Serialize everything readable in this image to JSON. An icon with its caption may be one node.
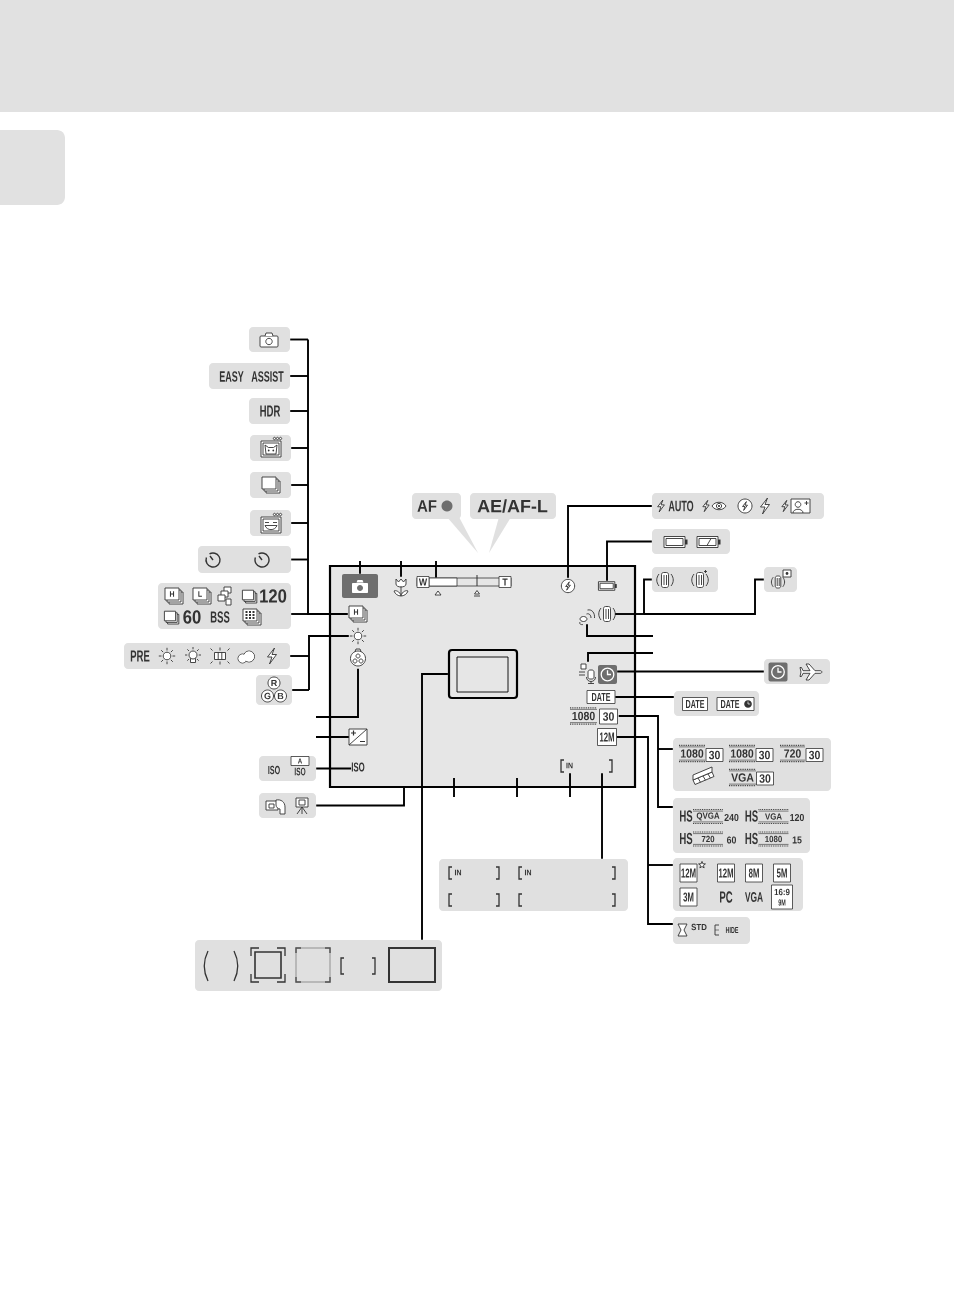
{
  "diagram": {
    "nodes": [
      {
        "text": [],
        "shape": "box"
      },
      {
        "text": [
          "EASY",
          "ASSIST"
        ]
      },
      {
        "text": [
          "HDR"
        ]
      },
      {
        "text": [],
        "shape": "box"
      },
      {
        "text": [],
        "shape": "box"
      },
      {
        "text": [
          "AF"
        ]
      },
      {
        "text": [
          "AE/AF-L"
        ]
      },
      {
        "text": [
          "AUTO"
        ]
      },
      {
        "text": [],
        "shape": "box"
      },
      {
        "text": [],
        "shape": "box"
      },
      {
        "text": [],
        "shape": "box"
      },
      {
        "text": [],
        "shape": "box"
      },
      {
        "text": [],
        "shape": "picture",
        "in": 11
      },
      {
        "text": [],
        "shape": "picture",
        "in": 11
      },
      {
        "text": [
          "W",
          "T"
        ],
        "in": 11
      },
      {
        "text": [],
        "shape": "picture",
        "in": 11
      },
      {
        "text": [],
        "shape": "picture",
        "in": 11
      },
      {
        "text": [
          "H"
        ],
        "in": 11
      },
      {
        "text": [],
        "shape": "picture",
        "in": 11
      },
      {
        "text": [],
        "shape": "picture",
        "in": 11
      },
      {
        "text": [],
        "shape": "picture",
        "in": 11
      },
      {
        "text": [],
        "shape": "picture",
        "in": 11
      },
      {
        "text": [],
        "shape": "box",
        "in": 11
      },
      {
        "text": [],
        "shape": "picture",
        "in": 11
      },
      {
        "text": [],
        "shape": "picture",
        "in": 11
      },
      {
        "text": [
          "DATE"
        ],
        "in": 11
      },
      {
        "text": [
          "1080",
          "30"
        ],
        "in": 11
      },
      {
        "text": [
          "12M"
        ],
        "in": 11
      },
      {
        "text": [],
        "shape": "picture",
        "in": 11
      },
      {
        "text": [
          "ISO"
        ],
        "in": 11
      },
      {
        "text": [
          "IN"
        ],
        "in": 11
      },
      {
        "text": [],
        "shape": "box"
      },
      {
        "text": [],
        "shape": "box"
      },
      {
        "text": [
          "H",
          "L",
          "120",
          "60",
          "BSS"
        ]
      },
      {
        "text": [
          "PRE"
        ]
      },
      {
        "text": [],
        "shape": "box"
      },
      {
        "text": [
          "R",
          "G",
          "B"
        ]
      },
      {
        "text": [
          "DATE",
          "DATE"
        ]
      },
      {
        "text": [
          "1080",
          "30",
          "1080",
          "30",
          "720",
          "30",
          "VGA",
          "30"
        ]
      },
      {
        "text": [
          "ISO",
          "A",
          "ISO"
        ]
      },
      {
        "text": [],
        "shape": "box"
      },
      {
        "text": [
          "HS",
          "QVGA",
          "240",
          "HS",
          "VGA",
          "120",
          "HS",
          "720",
          "60",
          "HS",
          "1080",
          "15"
        ]
      },
      {
        "text": [
          "IN",
          "IN"
        ]
      },
      {
        "text": [
          "12M",
          "12M",
          "8M",
          "5M",
          "3M",
          "PC",
          "VGA",
          "16:9",
          "9M"
        ]
      },
      {
        "text": [
          "STD",
          "HIDE"
        ]
      },
      {
        "text": [],
        "shape": "box"
      }
    ],
    "edges": [
      {
        "from": 0,
        "to": 17,
        "arrow": "none"
      },
      {
        "from": 1,
        "to": 17,
        "arrow": "none"
      },
      {
        "from": 2,
        "to": 17,
        "arrow": "none"
      },
      {
        "from": 3,
        "to": 17,
        "arrow": "none"
      },
      {
        "from": 4,
        "to": 17,
        "arrow": "none"
      },
      {
        "from": 8,
        "to": 17,
        "arrow": "none"
      },
      {
        "from": 10,
        "to": 17,
        "arrow": "none"
      },
      {
        "from": 33,
        "to": 17,
        "arrow": "none"
      },
      {
        "from": 34,
        "to": 18,
        "arrow": "none"
      },
      {
        "from": 36,
        "to": 18,
        "arrow": "none"
      },
      {
        "from": null,
        "to": 21,
        "arrow": "none"
      },
      {
        "from": null,
        "to": 28,
        "arrow": "none"
      },
      {
        "from": 39,
        "to": 29,
        "arrow": "none"
      },
      {
        "from": 40,
        "to": 11,
        "arrow": "none"
      },
      {
        "from": 45,
        "to": 22,
        "arrow": "none"
      },
      {
        "from": null,
        "to": 12,
        "arrow": "none"
      },
      {
        "from": null,
        "to": 13,
        "arrow": "none"
      },
      {
        "from": null,
        "to": 14,
        "arrow": "none"
      },
      {
        "from": 7,
        "to": 15,
        "arrow": "none"
      },
      {
        "from": 9,
        "to": 16,
        "arrow": "none"
      },
      {
        "from": 31,
        "to": 20,
        "arrow": "none"
      },
      {
        "from": 32,
        "to": 20,
        "arrow": "none"
      },
      {
        "from": 19,
        "to": null,
        "arrow": "none"
      },
      {
        "from": 23,
        "to": null,
        "arrow": "none"
      },
      {
        "from": 35,
        "to": 24,
        "arrow": "none"
      },
      {
        "from": 37,
        "to": 25,
        "arrow": "none"
      },
      {
        "from": 38,
        "to": 26,
        "arrow": "none"
      },
      {
        "from": 41,
        "to": 26,
        "arrow": "none"
      },
      {
        "from": 43,
        "to": 27,
        "arrow": "none"
      },
      {
        "from": 44,
        "to": 27,
        "arrow": "none"
      },
      {
        "from": 30,
        "to": null,
        "arrow": "none"
      },
      {
        "from": 42,
        "to": 30,
        "arrow": "none"
      }
    ]
  }
}
